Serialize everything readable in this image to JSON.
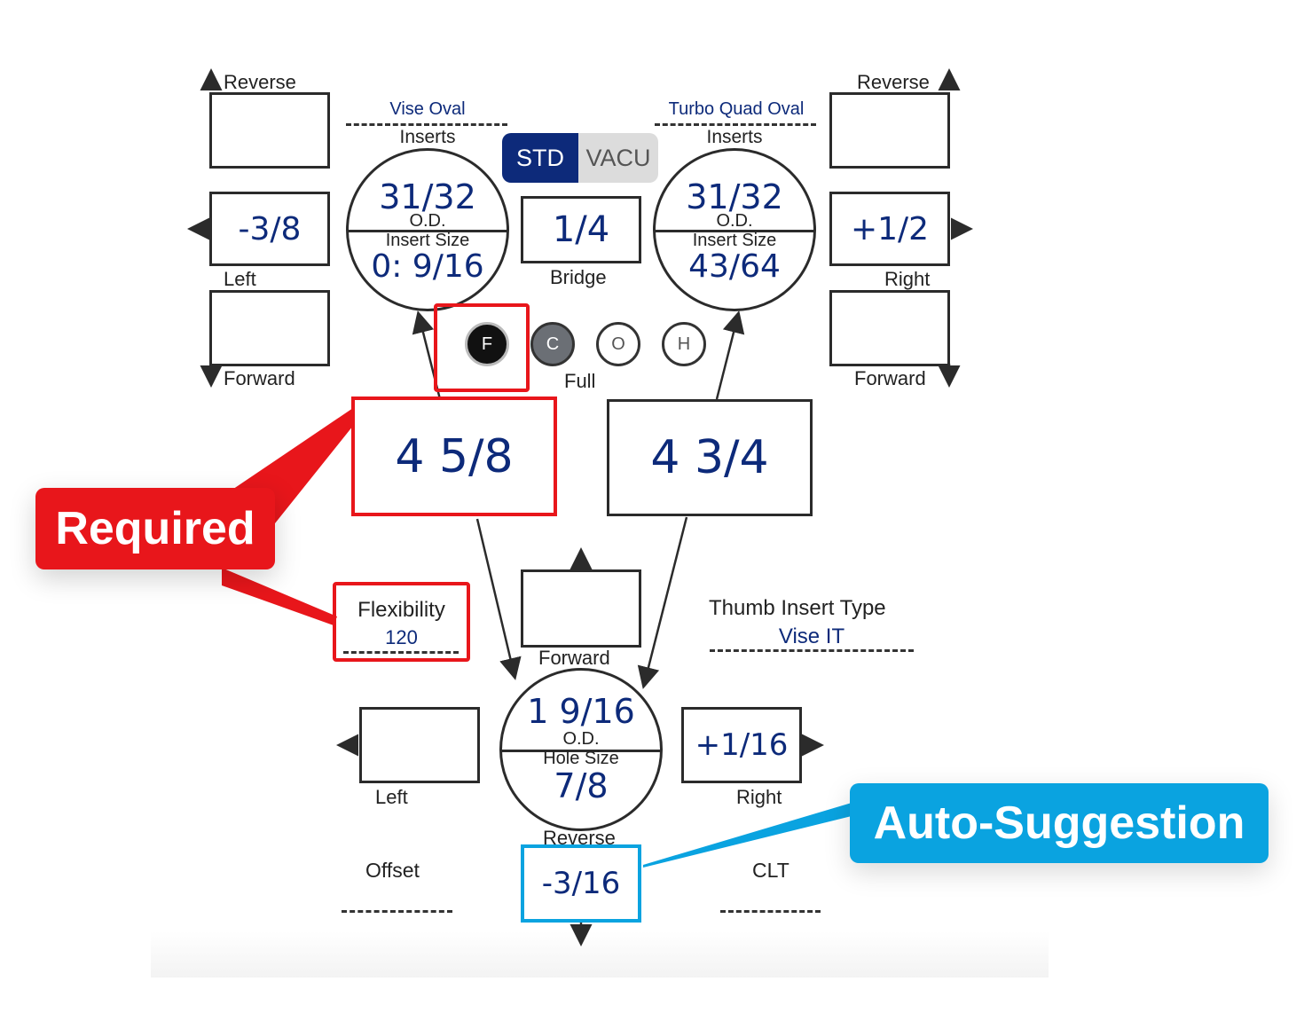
{
  "top": {
    "left_panel": {
      "reverse_label": "Reverse",
      "offset_value": "-3/8",
      "left_label": "Left",
      "forward_label": "Forward"
    },
    "right_panel": {
      "reverse_label": "Reverse",
      "offset_value": "+1/2",
      "right_label": "Right",
      "forward_label": "Forward"
    },
    "left_insert": {
      "type": "Vise Oval",
      "inserts_label": "Inserts",
      "od_value": "31/32",
      "od_label": "O.D.",
      "insert_size_label": "Insert Size",
      "insert_size_value": "0: 9/16"
    },
    "right_insert": {
      "type": "Turbo Quad Oval",
      "inserts_label": "Inserts",
      "od_value": "31/32",
      "od_label": "O.D.",
      "insert_size_label": "Insert Size",
      "insert_size_value": "43/64"
    },
    "toggle": {
      "std": "STD",
      "vacu": "VACU",
      "active": "STD"
    },
    "bridge": {
      "value": "1/4",
      "label": "Bridge"
    },
    "grip_options": [
      "F",
      "C",
      "O",
      "H"
    ],
    "grip_selected_label": "Full",
    "span_left": "4 5/8",
    "span_right": "4 3/4"
  },
  "thumb": {
    "forward_label": "Forward",
    "od_value": "1 9/16",
    "od_label": "O.D.",
    "hole_size_label": "Hole Size",
    "hole_size_value": "7/8",
    "reverse_label": "Reverse",
    "reverse_value": "-3/16",
    "left_label": "Left",
    "right_label": "Right",
    "right_value": "+1/16",
    "insert_type_label": "Thumb Insert Type",
    "insert_type_value": "Vise IT",
    "offset_label": "Offset",
    "clt_label": "CLT"
  },
  "flexibility": {
    "label": "Flexibility",
    "value": "120"
  },
  "callouts": {
    "required": "Required",
    "auto_suggestion": "Auto-Suggestion"
  },
  "colors": {
    "accent_blue": "#0d2a7a",
    "required_red": "#e8161b",
    "suggest_cyan": "#0aa3e0",
    "std_bg": "#0d2a7a",
    "vacu_bg": "#dcdcdc"
  }
}
